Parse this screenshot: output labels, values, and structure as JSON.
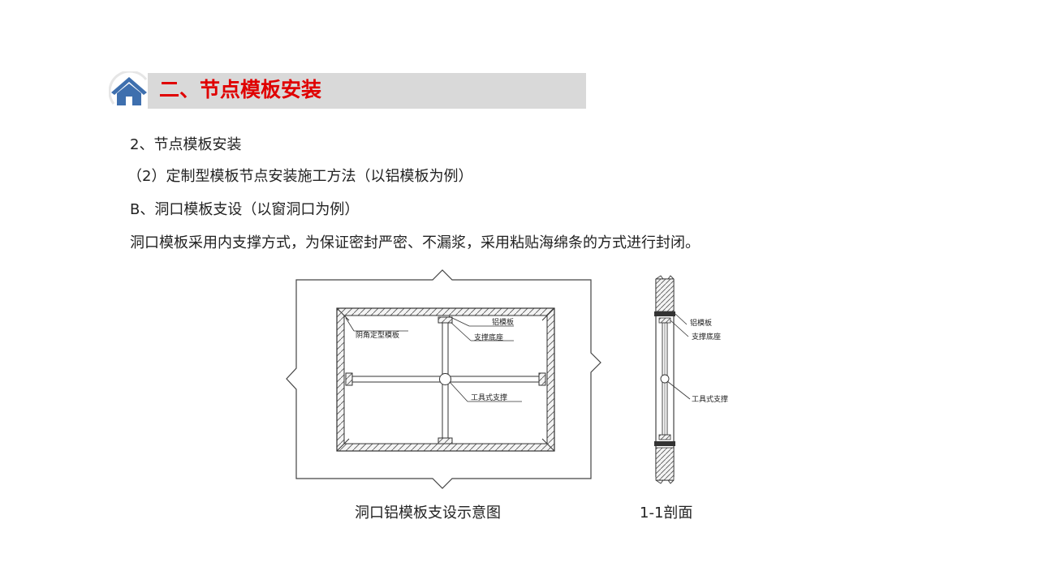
{
  "header": {
    "title": "二、节点模板安装"
  },
  "content": {
    "line1": "2、节点模板安装",
    "line2": "（2）定制型模板节点安装施工方法（以铝模板为例）",
    "line3": "B、洞口模板支设（以窗洞口为例）",
    "line4": "洞口模板采用内支撑方式，为保证密封严密、不漏浆，采用粘贴海绵条的方式进行封闭。"
  },
  "figure_main": {
    "label_corner": "阴角定型模板",
    "label_alum": "铝模板",
    "label_base": "支撑底座",
    "label_tool": "工具式支撑",
    "caption": "洞口铝模板支设示意图"
  },
  "figure_section": {
    "label_alum": "铝模板",
    "label_base": "支撑底座",
    "label_tool": "工具式支撑",
    "caption": "1-1剖面"
  },
  "icons": {
    "home": "home-icon"
  },
  "colors": {
    "title": "#e00000",
    "title_bar": "#d9d9d9",
    "icon": "#3e6fae"
  }
}
